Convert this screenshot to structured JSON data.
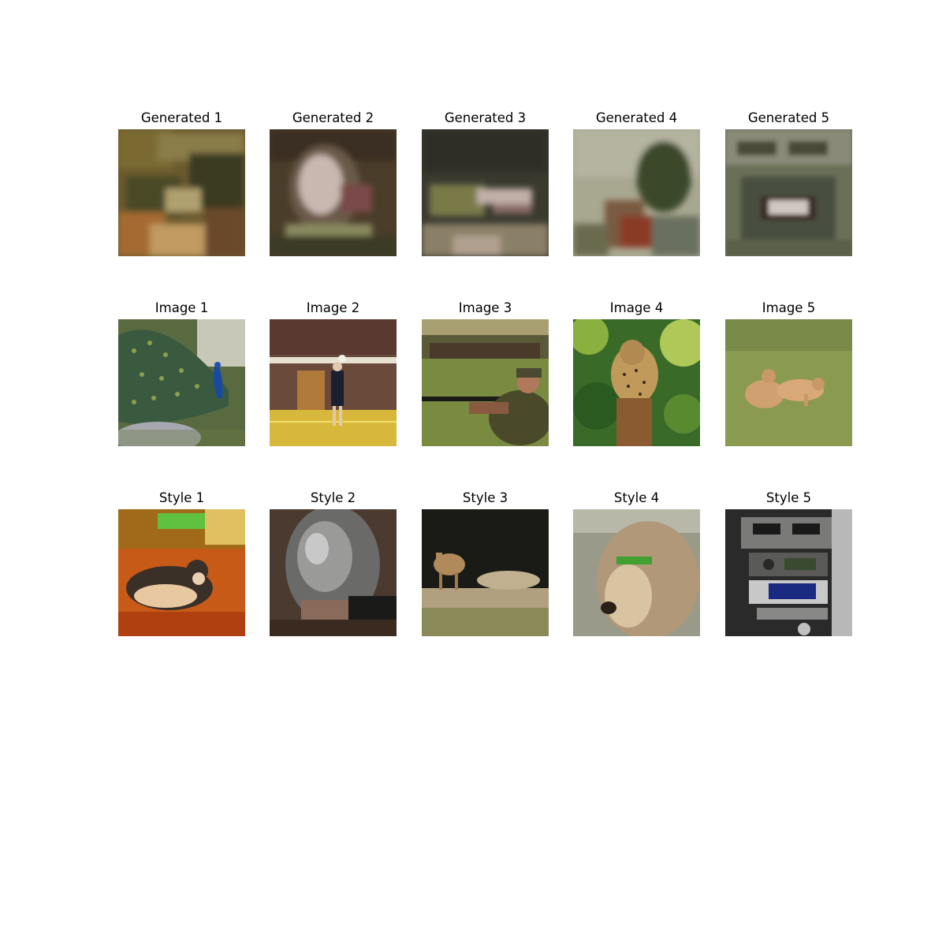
{
  "rows": [
    {
      "kind": "generated",
      "titles": [
        "Generated 1",
        "Generated 2",
        "Generated 3",
        "Generated 4",
        "Generated 5"
      ]
    },
    {
      "kind": "image",
      "titles": [
        "Image 1",
        "Image 2",
        "Image 3",
        "Image 4",
        "Image 5"
      ]
    },
    {
      "kind": "style",
      "titles": [
        "Style 1",
        "Style 2",
        "Style 3",
        "Style 4",
        "Style 5"
      ]
    }
  ],
  "images": {
    "generated_1": "blurry olive brown abstract texture",
    "generated_2": "blurry dark arch with pale center",
    "generated_3": "blurry dark scene with light stripes",
    "generated_4": "blurry pale grey green with dark shape",
    "generated_5": "blurry grey green panels with light rectangle",
    "image_1": "peacock with fanned tail on grass",
    "image_2": "girl at volleyball net in gym with brick wall",
    "image_3": "soldiers aiming rifles lying on grass",
    "image_4": "leopard on tree stump with green foliage",
    "image_5": "two tan puppies playing on grass",
    "style_1": "husky dog lying on orange floor",
    "style_2": "steel armor breastplate held by hand",
    "style_3": "camel standing by rocks",
    "style_4": "shaggy dog with green visor",
    "style_5": "car dashboard radio and vents"
  }
}
